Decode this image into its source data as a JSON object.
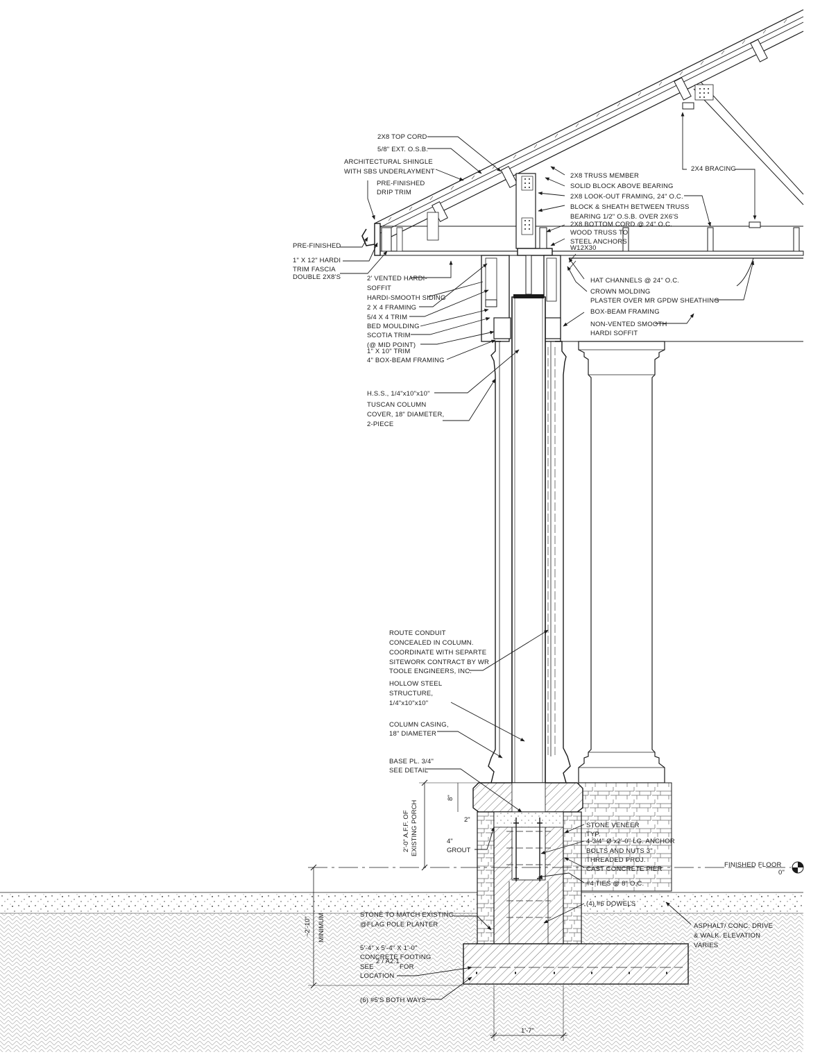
{
  "diagram": {
    "roof_labels": [
      "2X8 TOP CORD",
      "5/8\" EXT. O.S.B.",
      "ARCHITECTURAL SHINGLE",
      "WITH SBS UNDERLAYMENT",
      "PRE-FINISHED",
      "DRIP TRIM",
      "PRE-FINISHED",
      "1\" X 12\" HARDI",
      "TRIM FASCIA",
      "DOUBLE 2X8'S"
    ],
    "right_labels": [
      "2X8 TRUSS MEMBER",
      "SOLID BLOCK ABOVE BEARING",
      "2X8 LOOK-OUT FRAMING, 24\" O.C.",
      "BLOCK & SHEATH BETWEEN TRUSS",
      "BEARING 1/2\" O.S.B. OVER 2X6'S",
      "2X8 BOTTOM CORD @ 24\" O.C.",
      "WOOD TRUSS TO",
      "STEEL ANCHORS",
      "W12X30",
      "2X4 BRACING",
      "HAT CHANNELS @ 24\" O.C.",
      "CROWN MOLDING",
      "PLASTER OVER MR GPDW SHEATHING",
      "BOX-BEAM FRAMING",
      "NON-VENTED SMOOTH",
      "HARDI SOFFIT"
    ],
    "left_labels": [
      "2' VENTED HARDI-",
      "SOFFIT",
      "HARDI-SMOOTH SIDING",
      "2 X 4 FRAMING",
      "5/4 X 4 TRIM",
      "BED MOULDING",
      "SCOTIA TRIM",
      "(@ MID POINT)",
      "1\" X 10\" TRIM",
      "4\" BOX-BEAM FRAMING",
      "H.S.S., 1/4\"x10\"x10\"",
      "TUSCAN COLUMN",
      "COVER, 18\" DIAMETER,",
      "2-PIECE"
    ],
    "column_labels": [
      "ROUTE CONDUIT",
      "CONCEALED IN COLUMN.",
      "COORDINATE WITH SEPARTE",
      "SITEWORK CONTRACT BY WR",
      "TOOLE ENGINEERS, INC.",
      "HOLLOW STEEL",
      "STRUCTURE,",
      "1/4\"x10\"x10\"",
      "COLUMN CASING,",
      "18\" DIAMETER",
      "BASE PL. 3/4\"",
      "SEE DETAIL"
    ],
    "base_labels": [
      "STONE VENEER",
      "TYP.",
      "4-3/4\" Ø x2'-0\" LG. ANCHOR",
      "BOLTS AND NUTS 3\"",
      "THREADED PROJ.",
      "CAST CONCRETE PIER",
      "#4 TIES @ 8\" O.C.",
      "(4) #6 DOWELS",
      "ASPHALT/ CONC. DRIVE",
      "& WALK. ELEVATION",
      "VARIES"
    ],
    "footing_labels": [
      "STONE TO MATCH EXISTING",
      "@FLAG POLE PLANTER",
      "5'-4\" x 5'-4\" X 1'-0\"",
      "CONCRETE FOOTING",
      "SEE",
      "2 / A2.1",
      "FOR",
      "LOCATION",
      "(6) #5'S BOTH WAYS"
    ],
    "level_labels": [
      "FINISHED FLOOR",
      "0\""
    ],
    "dimensions": {
      "porch_height": "2'-0\" A.F.F. OF",
      "porch_height_2": "EXISTING PORCH",
      "dim_8": "8\"",
      "dim_2": "2\"",
      "grout_4": "4\"",
      "grout": "GROUT",
      "minimum": "MINIMUM",
      "depth": "~2'-10\"",
      "pier_width": "1'-7\""
    }
  }
}
